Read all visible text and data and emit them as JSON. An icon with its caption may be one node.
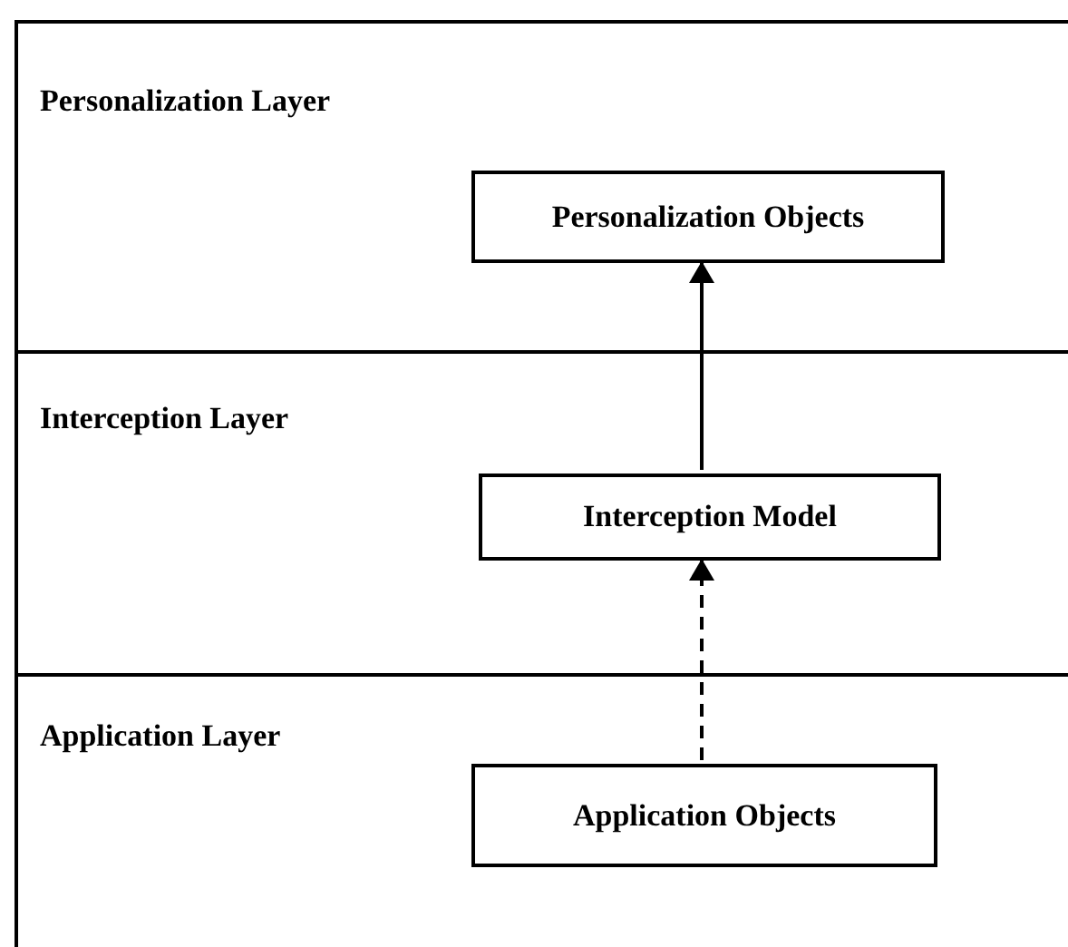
{
  "diagram": {
    "nodes": [
      {
        "text": [
          "Personalization Layer"
        ]
      },
      {
        "text": [
          "Personalization Objects"
        ],
        "in": 0
      },
      {
        "text": [
          "Interception Layer"
        ]
      },
      {
        "text": [
          "Interception Model"
        ],
        "in": 2
      },
      {
        "text": [
          "Application Layer"
        ]
      },
      {
        "text": [
          "Application Objects"
        ],
        "in": 4
      }
    ],
    "edges": [
      {
        "from": 3,
        "to": 1,
        "arrow": "to"
      },
      {
        "from": 5,
        "to": 3,
        "arrow": "to",
        "style": "dashed"
      }
    ]
  }
}
